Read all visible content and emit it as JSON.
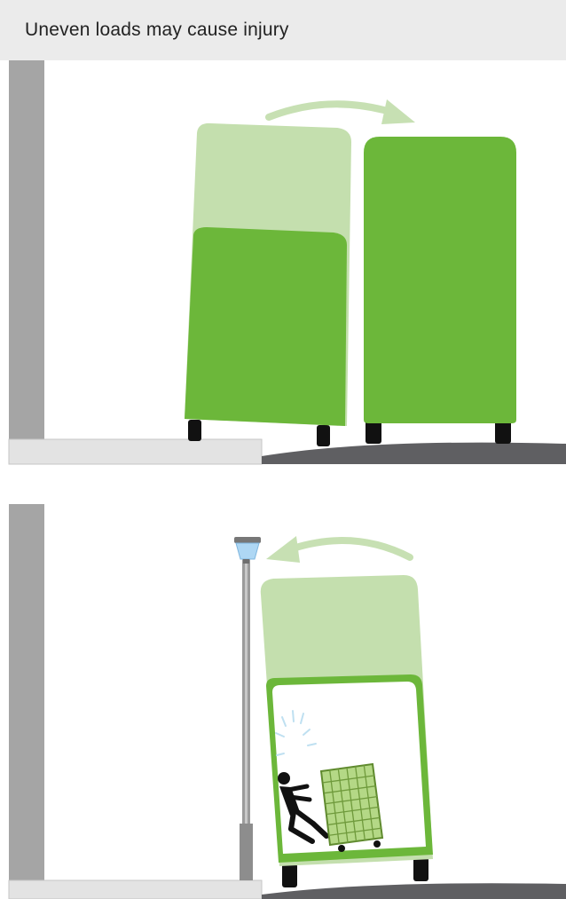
{
  "header": {
    "title": "Uneven loads may cause injury"
  },
  "colors": {
    "header_bg": "#ebebeb",
    "wall": "#a5a5a5",
    "ground": "#5f5f62",
    "curb": "#e3e3e3",
    "container_green": "#6cb73a",
    "container_light_green": "#c4dfae",
    "arrow": "#c7e0b3",
    "person": "#111111"
  },
  "scenes": [
    {
      "name": "container-tipping",
      "icons": [
        "wall-icon",
        "tilted-container-icon",
        "upright-container-icon",
        "tip-direction-arrow-icon",
        "sloped-ground-icon",
        "curb-icon"
      ]
    },
    {
      "name": "container-falling-on-person",
      "icons": [
        "wall-icon",
        "lamp-post-icon",
        "falling-container-icon",
        "tip-direction-arrow-icon",
        "falling-person-icon",
        "roll-cage-icon",
        "impact-lines-icon",
        "sloped-ground-icon",
        "curb-icon"
      ]
    }
  ]
}
